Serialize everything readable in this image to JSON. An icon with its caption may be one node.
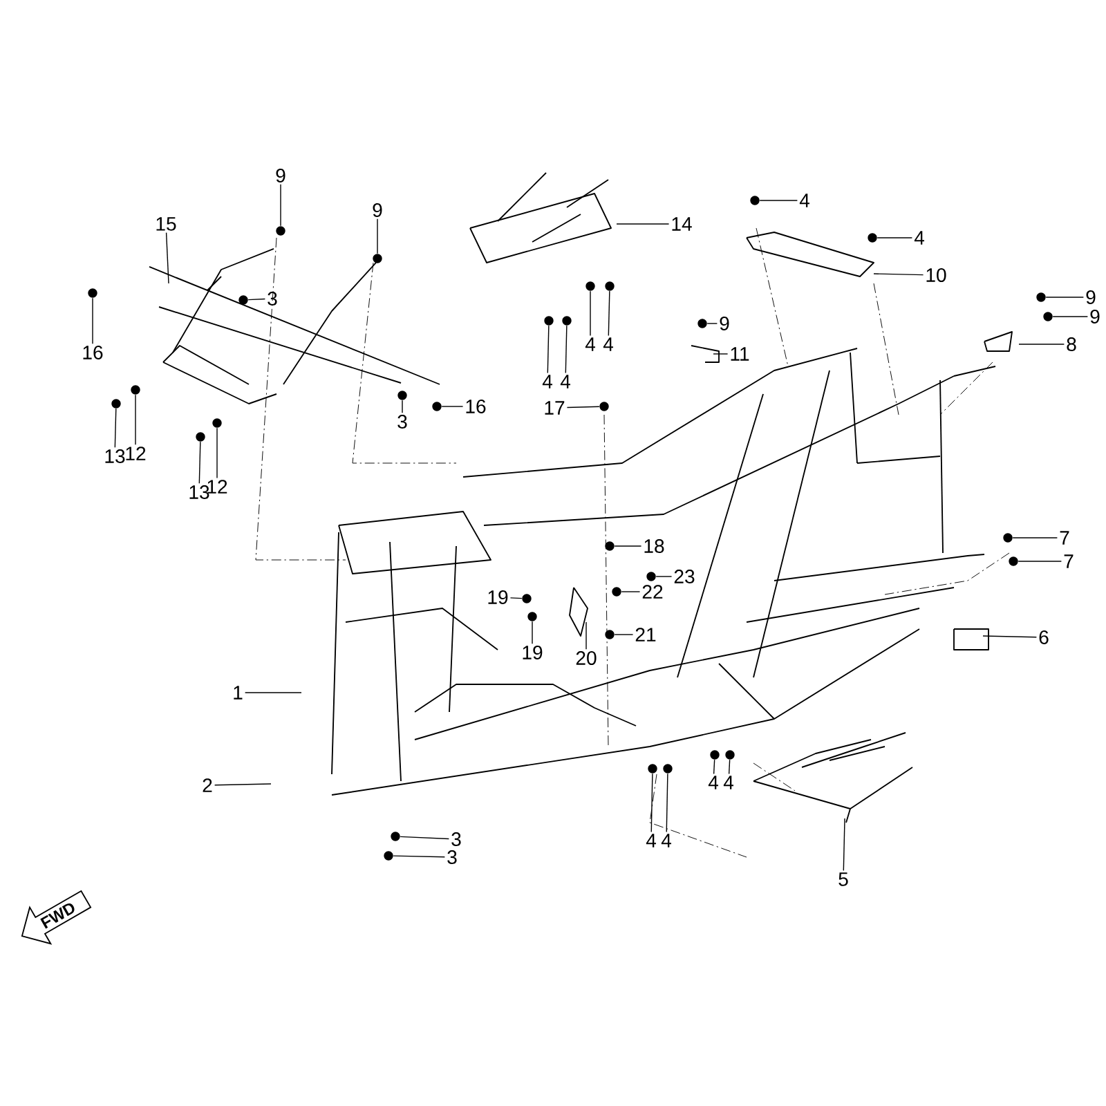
{
  "diagram": {
    "nodes": [
      {
        "text": [
          "9"
        ]
      },
      {
        "text": [
          "9"
        ]
      },
      {
        "text": [
          "15"
        ]
      },
      {
        "text": [
          "3"
        ]
      },
      {
        "text": [
          "16"
        ]
      },
      {
        "text": [
          "3"
        ]
      },
      {
        "text": [
          "16"
        ]
      },
      {
        "text": [
          "13"
        ]
      },
      {
        "text": [
          "12"
        ]
      },
      {
        "text": [
          "13"
        ]
      },
      {
        "text": [
          "12"
        ]
      },
      {
        "text": [
          "14"
        ]
      },
      {
        "text": [
          "4"
        ]
      },
      {
        "text": [
          "4"
        ]
      },
      {
        "text": [
          "4"
        ]
      },
      {
        "text": [
          "4"
        ]
      },
      {
        "text": [
          "4"
        ]
      },
      {
        "text": [
          "4"
        ]
      },
      {
        "text": [
          "10"
        ]
      },
      {
        "text": [
          "9"
        ]
      },
      {
        "text": [
          "9"
        ]
      },
      {
        "text": [
          "8"
        ]
      },
      {
        "text": [
          "9"
        ]
      },
      {
        "text": [
          "11"
        ]
      },
      {
        "text": [
          "17"
        ]
      },
      {
        "text": [
          "18"
        ]
      },
      {
        "text": [
          "23"
        ]
      },
      {
        "text": [
          "22"
        ]
      },
      {
        "text": [
          "19"
        ]
      },
      {
        "text": [
          "19"
        ]
      },
      {
        "text": [
          "20"
        ]
      },
      {
        "text": [
          "21"
        ]
      },
      {
        "text": [
          "7"
        ]
      },
      {
        "text": [
          "7"
        ]
      },
      {
        "text": [
          "6"
        ]
      },
      {
        "text": [
          "1"
        ]
      },
      {
        "text": [
          "2"
        ]
      },
      {
        "text": [
          "3"
        ]
      },
      {
        "text": [
          "3"
        ]
      },
      {
        "text": [
          "4"
        ]
      },
      {
        "text": [
          "4"
        ]
      },
      {
        "text": [
          "4"
        ]
      },
      {
        "text": [
          "4"
        ]
      },
      {
        "text": [
          "5"
        ]
      },
      {
        "text": [],
        "shape": "circle"
      },
      {
        "text": [],
        "shape": "circle"
      },
      {
        "text": [],
        "shape": "circle"
      },
      {
        "text": [],
        "shape": "circle"
      },
      {
        "text": [],
        "shape": "circle"
      },
      {
        "text": [],
        "shape": "circle"
      },
      {
        "text": [],
        "shape": "circle"
      },
      {
        "text": [],
        "shape": "circle"
      },
      {
        "text": [],
        "shape": "circle"
      },
      {
        "text": [],
        "shape": "circle"
      },
      {
        "text": [],
        "shape": "circle"
      },
      {
        "text": [],
        "shape": "circle"
      },
      {
        "text": [],
        "shape": "circle"
      },
      {
        "text": [],
        "shape": "circle"
      },
      {
        "text": [],
        "shape": "circle"
      },
      {
        "text": [],
        "shape": "circle"
      },
      {
        "text": [],
        "shape": "circle"
      },
      {
        "text": [],
        "shape": "circle"
      },
      {
        "text": [],
        "shape": "circle"
      },
      {
        "text": [],
        "shape": "circle"
      },
      {
        "text": [],
        "shape": "circle"
      },
      {
        "text": [],
        "shape": "circle"
      },
      {
        "text": [],
        "shape": "circle"
      },
      {
        "text": [],
        "shape": "circle"
      },
      {
        "text": [],
        "shape": "circle"
      },
      {
        "text": [],
        "shape": "circle"
      },
      {
        "text": [],
        "shape": "circle"
      },
      {
        "text": [],
        "shape": "circle"
      },
      {
        "text": [],
        "shape": "circle"
      },
      {
        "text": [],
        "shape": "circle"
      },
      {
        "text": [],
        "shape": "circle"
      },
      {
        "text": [],
        "shape": "circle"
      },
      {
        "text": [],
        "shape": "circle"
      },
      {
        "text": [],
        "shape": "circle"
      }
    ],
    "edges": [
      {
        "from": 0,
        "to": 44,
        "arrow": "none"
      },
      {
        "from": 1,
        "to": 45,
        "arrow": "none"
      },
      {
        "from": 2,
        "to": null,
        "arrow": "none"
      },
      {
        "from": 3,
        "to": 46,
        "arrow": "none"
      },
      {
        "from": 4,
        "to": 47,
        "arrow": "none"
      },
      {
        "from": 5,
        "to": 48,
        "arrow": "none"
      },
      {
        "from": 6,
        "to": 49,
        "arrow": "none"
      },
      {
        "from": 7,
        "to": 50,
        "arrow": "none"
      },
      {
        "from": 8,
        "to": 51,
        "arrow": "none"
      },
      {
        "from": 9,
        "to": 52,
        "arrow": "none"
      },
      {
        "from": 10,
        "to": 53,
        "arrow": "none"
      },
      {
        "from": 11,
        "to": null,
        "arrow": "none"
      },
      {
        "from": 12,
        "to": 54,
        "arrow": "none"
      },
      {
        "from": 13,
        "to": 55,
        "arrow": "none"
      },
      {
        "from": 14,
        "to": 56,
        "arrow": "none"
      },
      {
        "from": 15,
        "to": 57,
        "arrow": "none"
      },
      {
        "from": 16,
        "to": 58,
        "arrow": "none"
      },
      {
        "from": 17,
        "to": 59,
        "arrow": "none"
      },
      {
        "from": 18,
        "to": null,
        "arrow": "none"
      },
      {
        "from": 19,
        "to": 60,
        "arrow": "none"
      },
      {
        "from": 20,
        "to": 61,
        "arrow": "none"
      },
      {
        "from": 21,
        "to": null,
        "arrow": "none"
      },
      {
        "from": 22,
        "to": 62,
        "arrow": "none"
      },
      {
        "from": 23,
        "to": null,
        "arrow": "none"
      },
      {
        "from": 24,
        "to": 63,
        "arrow": "none"
      },
      {
        "from": 25,
        "to": 64,
        "arrow": "none"
      },
      {
        "from": 26,
        "to": 65,
        "arrow": "none"
      },
      {
        "from": 27,
        "to": 66,
        "arrow": "none"
      },
      {
        "from": 28,
        "to": 67,
        "arrow": "none"
      },
      {
        "from": 29,
        "to": 68,
        "arrow": "none"
      },
      {
        "from": 30,
        "to": null,
        "arrow": "none"
      },
      {
        "from": 31,
        "to": 69,
        "arrow": "none"
      },
      {
        "from": 32,
        "to": 70,
        "arrow": "none"
      },
      {
        "from": 33,
        "to": 71,
        "arrow": "none"
      },
      {
        "from": 34,
        "to": null,
        "arrow": "none"
      },
      {
        "from": 35,
        "to": null,
        "arrow": "none"
      },
      {
        "from": 36,
        "to": null,
        "arrow": "none"
      },
      {
        "from": 37,
        "to": 72,
        "arrow": "none"
      },
      {
        "from": 38,
        "to": 73,
        "arrow": "none"
      },
      {
        "from": 39,
        "to": 74,
        "arrow": "none"
      },
      {
        "from": 40,
        "to": 75,
        "arrow": "none"
      },
      {
        "from": 41,
        "to": 76,
        "arrow": "none"
      },
      {
        "from": 42,
        "to": 77,
        "arrow": "none"
      },
      {
        "from": 43,
        "to": null,
        "arrow": "none"
      }
    ],
    "labels": [
      "FWD"
    ]
  }
}
